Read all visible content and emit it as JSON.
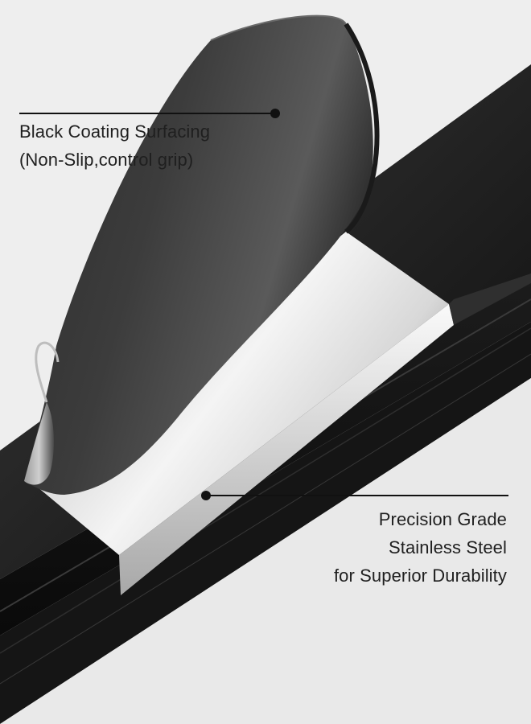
{
  "colors": {
    "background": "#eeeeee",
    "text": "#1f1f1f",
    "leader": "#111111"
  },
  "callouts": {
    "top": {
      "line1": "Black Coating Surfacing",
      "line2": "(Non-Slip,control grip)"
    },
    "bottom": {
      "line1": "Precision Grade",
      "line2": "Stainless Steel",
      "line3": "for Superior Durability"
    }
  }
}
